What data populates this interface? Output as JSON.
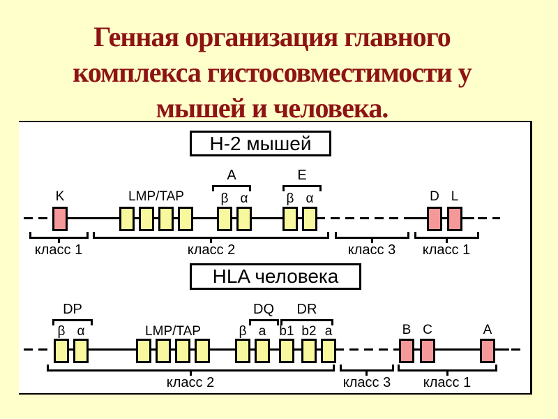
{
  "colors": {
    "bg": "#ffffcc",
    "panel-bg": "#ffffff",
    "title": "#8e1414",
    "class1-box": "#f59899",
    "class2-box": "#f8f89e",
    "line": "#000000"
  },
  "slide": {
    "title_lines": [
      "Генная организация главного",
      "комплекса гистосовместимости у",
      "мышей и человека."
    ]
  },
  "mouse": {
    "title": "Н-2 мышей",
    "genes": {
      "k": "K",
      "lmptap": "LMP/TAP",
      "a_beta": "β",
      "a_alpha": "α",
      "e_beta": "β",
      "e_alpha": "α",
      "d": "D",
      "l": "L"
    },
    "groups": {
      "a": "A",
      "e": "E"
    },
    "classes": {
      "class1_left": "класс 1",
      "class2": "класс 2",
      "class3": "класс 3",
      "class1_right": "класс 1"
    }
  },
  "human": {
    "title": "HLA человека",
    "genes": {
      "dp_beta": "β",
      "dp_alpha": "α",
      "lmptap": "LMP/TAP",
      "dq_beta": "β",
      "dq_a": "a",
      "dr_b1": "b1",
      "dr_b2": "b2",
      "dr_a": "a",
      "b": "B",
      "c": "C",
      "a": "A"
    },
    "groups": {
      "dp": "DP",
      "dq": "DQ",
      "dr": "DR"
    },
    "classes": {
      "class2": "класс 2",
      "class3": "класс 3",
      "class1": "класс 1"
    }
  }
}
